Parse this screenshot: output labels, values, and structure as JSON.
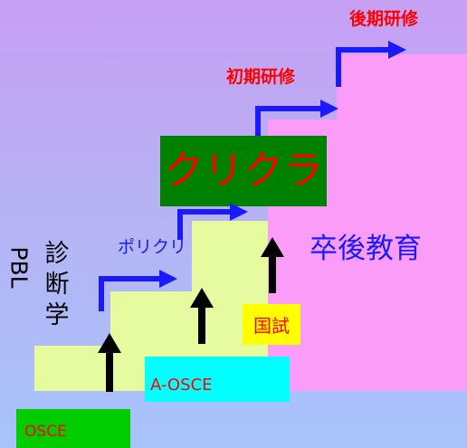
{
  "stages": {
    "postgrad_training": "後期研修",
    "initial_training": "初期研修",
    "clinical_clerkship": "クリクラ",
    "policlinic": "ポリクリ",
    "postgrad_education": "卒後教育",
    "national_exam": "国試",
    "advanced_osce": "A-OSCE",
    "osce": "OSCE",
    "pbl": "PBL",
    "diagnostics_chars": [
      "診",
      "断",
      "学"
    ]
  },
  "colors": {
    "step_green": "#e6fb9f",
    "post_pink": "#fc9cf9",
    "clerkship_box": "#008000",
    "clerkship_text": "#ff0000",
    "arrow_blue": "#1a1aff",
    "arrow_black": "#000000",
    "label_red": "#ff0000",
    "yellow_box": "#ffff00",
    "cyan_box": "#00ffff",
    "osce_box": "#00cc00"
  }
}
